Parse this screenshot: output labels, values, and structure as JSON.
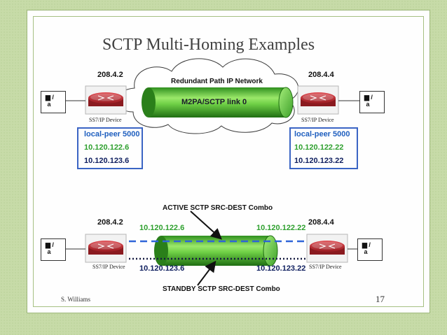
{
  "slide": {
    "title": "SCTP Multi-Homing Examples",
    "author": "S. Williams",
    "page_number": "17"
  },
  "top": {
    "left_pc": "208.4.2",
    "right_pc": "208.4.4",
    "cloud_label": "Redundant Path IP Network",
    "tube_label": "M2PA/SCTP link 0",
    "device_label": "SS7/IP Device",
    "left_config": {
      "port": "local-peer 5000",
      "ip_primary": "10.120.122.6",
      "ip_secondary": "10.120.123.6"
    },
    "right_config": {
      "port": "local-peer 5000",
      "ip_primary": "10.120.122.22",
      "ip_secondary": "10.120.123.22"
    }
  },
  "bottom": {
    "left_pc": "208.4.2",
    "right_pc": "208.4.4",
    "active_label": "ACTIVE SCTP SRC-DEST Combo",
    "standby_label": "STANDBY SCTP SRC-DEST Combo",
    "device_label": "SS7/IP Device",
    "ip_top_left": "10.120.122.6",
    "ip_top_right": "10.120.122.22",
    "ip_bottom_left": "10.120.123.6",
    "ip_bottom_right": "10.120.123.22"
  },
  "colors": {
    "background": "#c7dba8",
    "tube_green": "#58c83a",
    "active_dash": "#2f64d8",
    "config_box": "#3a64c4",
    "router_red": "#c8343a"
  }
}
